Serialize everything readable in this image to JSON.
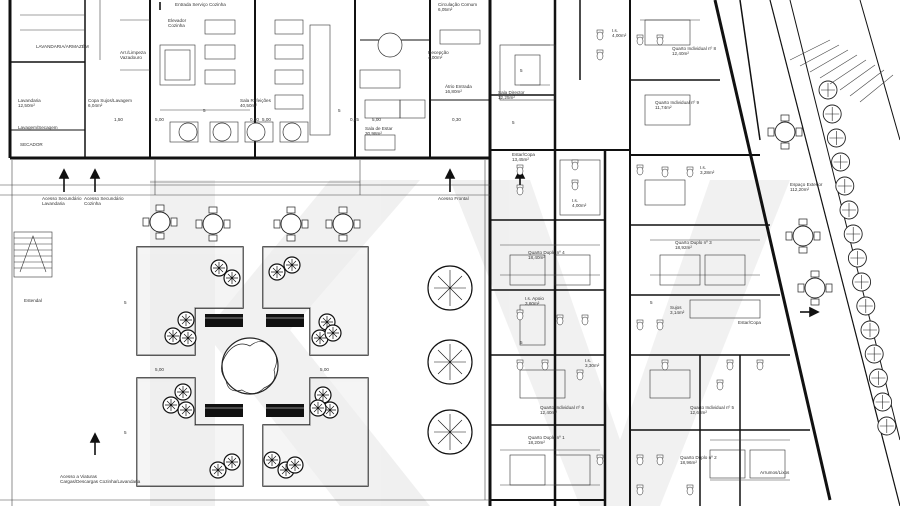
{
  "plan": {
    "rooms": [
      {
        "id": "lavandaria",
        "name": "Lavandaria",
        "area": "12,50m²"
      },
      {
        "id": "lavagem",
        "name": "Lavagem/Secagem",
        "area": ""
      },
      {
        "id": "secador",
        "name": "SECADOR",
        "area": ""
      },
      {
        "id": "lavandaria_armazem",
        "name": "LAVANDARIA/ARMAZÉM",
        "area": ""
      },
      {
        "id": "copa_sujos",
        "name": "Copa Sujos/Lavagem",
        "area": "6,04m²"
      },
      {
        "id": "arrumo_limpeza",
        "name": "Arr./Limpeza",
        "area": "Vazadouro"
      },
      {
        "id": "elevador_cozinha",
        "name": "Elevador",
        "area": "Cozinha"
      },
      {
        "id": "entrada_servico",
        "name": "Entrada Serviço Cozinha",
        "area": ""
      },
      {
        "id": "sala_refeicoes",
        "name": "Sala Refeições",
        "area": "40,50m²"
      },
      {
        "id": "sala_estar",
        "name": "Sala de Estar",
        "area": "30,98m²"
      },
      {
        "id": "circulacao_comum",
        "name": "Circulação Comum",
        "area": "6,05m²"
      },
      {
        "id": "recepcao",
        "name": "Recepção",
        "area": "4,00m²"
      },
      {
        "id": "atrio_entrada",
        "name": "Átrio Entrada",
        "area": "16,80m²"
      },
      {
        "id": "sala_director",
        "name": "Sala Director",
        "area": "12,25m²"
      },
      {
        "id": "quarto_ind_8",
        "name": "Quarto Individual nº 8",
        "area": "12,40m²"
      },
      {
        "id": "quarto_ind_9",
        "name": "Quarto Individual nº 9",
        "area": "11,74m²"
      },
      {
        "id": "quarto_duplo_3",
        "name": "Quarto Duplo nº 3",
        "area": "18,92m²"
      },
      {
        "id": "quarto_duplo_4",
        "name": "Quarto Duplo nº 4",
        "area": "18,40m²"
      },
      {
        "id": "quarto_ind_6",
        "name": "Quarto Individual nº 6",
        "area": "12,40m²"
      },
      {
        "id": "quarto_ind_5",
        "name": "Quarto Individual nº 5",
        "area": "12,63m²"
      },
      {
        "id": "quarto_duplo_1",
        "name": "Quarto Duplo nº 1",
        "area": "18,20m²"
      },
      {
        "id": "quarto_duplo_2",
        "name": "Quarto Duplo nº 2",
        "area": "18,96m²"
      },
      {
        "id": "espaco_exterior",
        "name": "Espaço Exterior",
        "area": "112,20m²"
      },
      {
        "id": "copa_estar_top",
        "name": "Estar/Copa",
        "area": "13,45m²"
      },
      {
        "id": "copa_estar_bottom",
        "name": "Estar/Copa",
        "area": ""
      },
      {
        "id": "sujos",
        "name": "Sujos",
        "area": "3,14m²"
      },
      {
        "id": "wc_apoio",
        "name": "I.s. Apoio",
        "area": "3,60m²"
      },
      {
        "id": "is_1",
        "name": "I.s.",
        "area": "4,00m²"
      },
      {
        "id": "is_2",
        "name": "I.s.",
        "area": "3,28m²"
      },
      {
        "id": "is_3",
        "name": "I.s.",
        "area": "3,30m²"
      },
      {
        "id": "is_4",
        "name": "I.s.",
        "area": "4,00m²"
      },
      {
        "id": "estendal",
        "name": "Estendal",
        "area": ""
      },
      {
        "id": "arrumo_lixos",
        "name": "Arrumos/Lixos",
        "area": ""
      }
    ],
    "access": [
      {
        "id": "acesso_lavandaria",
        "text": "Acesso Secundário",
        "sub": "Lavandaria"
      },
      {
        "id": "acesso_cozinha",
        "text": "Acesso Secundário",
        "sub": "Cozinha"
      },
      {
        "id": "acesso_frontal",
        "text": "Acesso Frontal",
        "sub": ""
      },
      {
        "id": "acesso_viaturas",
        "text": "Acesso a Viaturas",
        "sub": "Cargas/Descargas Cozinha/Lavandaria"
      }
    ],
    "dimensions": [
      "5",
      "5",
      "5",
      "5",
      "5",
      "5",
      "5",
      "5",
      "1,50",
      "5,00",
      "0,30",
      "5,00",
      "0,25",
      "5,00",
      "0,30",
      "5,00",
      "5,00"
    ],
    "watermark": "KV"
  }
}
